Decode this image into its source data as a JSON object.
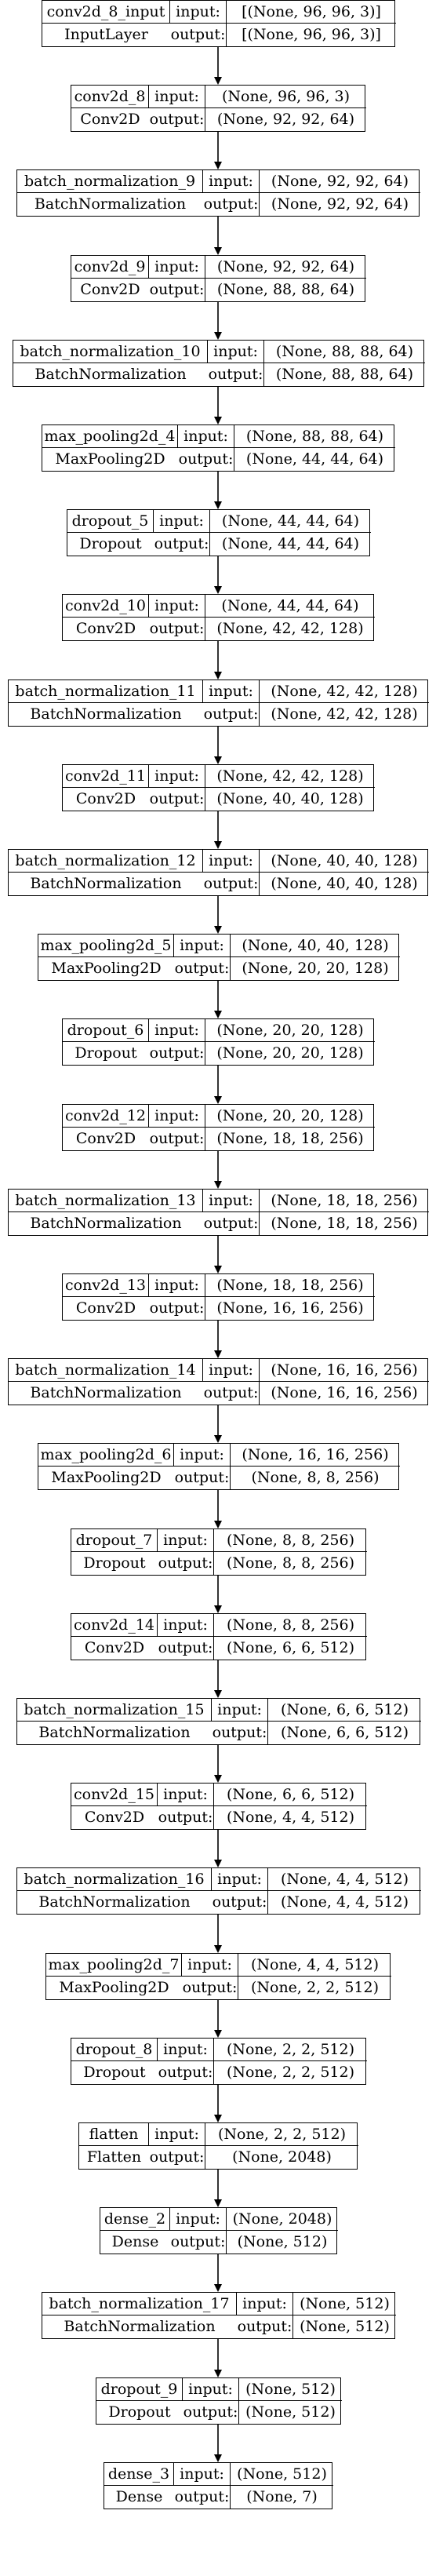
{
  "layers": [
    {
      "name": "conv2d_8_input",
      "type": "InputLayer",
      "input": "[(None, 96, 96, 3)]",
      "output": "[(None, 96, 96, 3)]"
    },
    {
      "name": "conv2d_8",
      "type": "Conv2D",
      "input": "(None, 96, 96, 3)",
      "output": "(None, 92, 92, 64)"
    },
    {
      "name": "batch_normalization_9",
      "type": "BatchNormalization",
      "input": "(None, 92, 92, 64)",
      "output": "(None, 92, 92, 64)"
    },
    {
      "name": "conv2d_9",
      "type": "Conv2D",
      "input": "(None, 92, 92, 64)",
      "output": "(None, 88, 88, 64)"
    },
    {
      "name": "batch_normalization_10",
      "type": "BatchNormalization",
      "input": "(None, 88, 88, 64)",
      "output": "(None, 88, 88, 64)"
    },
    {
      "name": "max_pooling2d_4",
      "type": "MaxPooling2D",
      "input": "(None, 88, 88, 64)",
      "output": "(None, 44, 44, 64)"
    },
    {
      "name": "dropout_5",
      "type": "Dropout",
      "input": "(None, 44, 44, 64)",
      "output": "(None, 44, 44, 64)"
    },
    {
      "name": "conv2d_10",
      "type": "Conv2D",
      "input": "(None, 44, 44, 64)",
      "output": "(None, 42, 42, 128)"
    },
    {
      "name": "batch_normalization_11",
      "type": "BatchNormalization",
      "input": "(None, 42, 42, 128)",
      "output": "(None, 42, 42, 128)"
    },
    {
      "name": "conv2d_11",
      "type": "Conv2D",
      "input": "(None, 42, 42, 128)",
      "output": "(None, 40, 40, 128)"
    },
    {
      "name": "batch_normalization_12",
      "type": "BatchNormalization",
      "input": "(None, 40, 40, 128)",
      "output": "(None, 40, 40, 128)"
    },
    {
      "name": "max_pooling2d_5",
      "type": "MaxPooling2D",
      "input": "(None, 40, 40, 128)",
      "output": "(None, 20, 20, 128)"
    },
    {
      "name": "dropout_6",
      "type": "Dropout",
      "input": "(None, 20, 20, 128)",
      "output": "(None, 20, 20, 128)"
    },
    {
      "name": "conv2d_12",
      "type": "Conv2D",
      "input": "(None, 20, 20, 128)",
      "output": "(None, 18, 18, 256)"
    },
    {
      "name": "batch_normalization_13",
      "type": "BatchNormalization",
      "input": "(None, 18, 18, 256)",
      "output": "(None, 18, 18, 256)"
    },
    {
      "name": "conv2d_13",
      "type": "Conv2D",
      "input": "(None, 18, 18, 256)",
      "output": "(None, 16, 16, 256)"
    },
    {
      "name": "batch_normalization_14",
      "type": "BatchNormalization",
      "input": "(None, 16, 16, 256)",
      "output": "(None, 16, 16, 256)"
    },
    {
      "name": "max_pooling2d_6",
      "type": "MaxPooling2D",
      "input": "(None, 16, 16, 256)",
      "output": "(None, 8, 8, 256)"
    },
    {
      "name": "dropout_7",
      "type": "Dropout",
      "input": "(None, 8, 8, 256)",
      "output": "(None, 8, 8, 256)"
    },
    {
      "name": "conv2d_14",
      "type": "Conv2D",
      "input": "(None, 8, 8, 256)",
      "output": "(None, 6, 6, 512)"
    },
    {
      "name": "batch_normalization_15",
      "type": "BatchNormalization",
      "input": "(None, 6, 6, 512)",
      "output": "(None, 6, 6, 512)"
    },
    {
      "name": "conv2d_15",
      "type": "Conv2D",
      "input": "(None, 6, 6, 512)",
      "output": "(None, 4, 4, 512)"
    },
    {
      "name": "batch_normalization_16",
      "type": "BatchNormalization",
      "input": "(None, 4, 4, 512)",
      "output": "(None, 4, 4, 512)"
    },
    {
      "name": "max_pooling2d_7",
      "type": "MaxPooling2D",
      "input": "(None, 4, 4, 512)",
      "output": "(None, 2, 2, 512)"
    },
    {
      "name": "dropout_8",
      "type": "Dropout",
      "input": "(None, 2, 2, 512)",
      "output": "(None, 2, 2, 512)"
    },
    {
      "name": "flatten",
      "type": "Flatten",
      "input": "(None, 2, 2, 512)",
      "output": "(None, 2048)"
    },
    {
      "name": "dense_2",
      "type": "Dense",
      "input": "(None, 2048)",
      "output": "(None, 512)"
    },
    {
      "name": "batch_normalization_17",
      "type": "BatchNormalization",
      "input": "(None, 512)",
      "output": "(None, 512)"
    },
    {
      "name": "dropout_9",
      "type": "Dropout",
      "input": "(None, 512)",
      "output": "(None, 512)"
    },
    {
      "name": "dense_3",
      "type": "Dense",
      "input": "(None, 512)",
      "output": "(None, 7)"
    }
  ],
  "port_labels": {
    "input": "input:",
    "output": "output:"
  }
}
